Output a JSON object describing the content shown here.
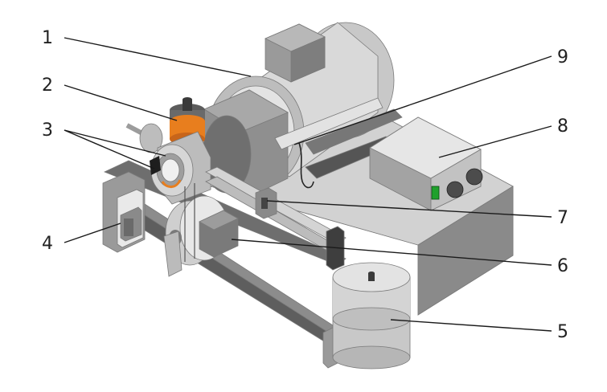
{
  "diagram": {
    "callouts": [
      {
        "id": "c1",
        "label": "1"
      },
      {
        "id": "c2",
        "label": "2"
      },
      {
        "id": "c3",
        "label": "3"
      },
      {
        "id": "c4",
        "label": "4"
      },
      {
        "id": "c5",
        "label": "5"
      },
      {
        "id": "c6",
        "label": "6"
      },
      {
        "id": "c7",
        "label": "7"
      },
      {
        "id": "c8",
        "label": "8"
      },
      {
        "id": "c9",
        "label": "9"
      }
    ],
    "colors": {
      "accent_orange": "#e87e1e",
      "switch_green": "#1fa12c",
      "light_grey": "#dcdcdc",
      "mid_grey": "#b4b4b4",
      "dark_grey": "#7d7d7d",
      "rail_dark": "#5e5e5e"
    }
  }
}
